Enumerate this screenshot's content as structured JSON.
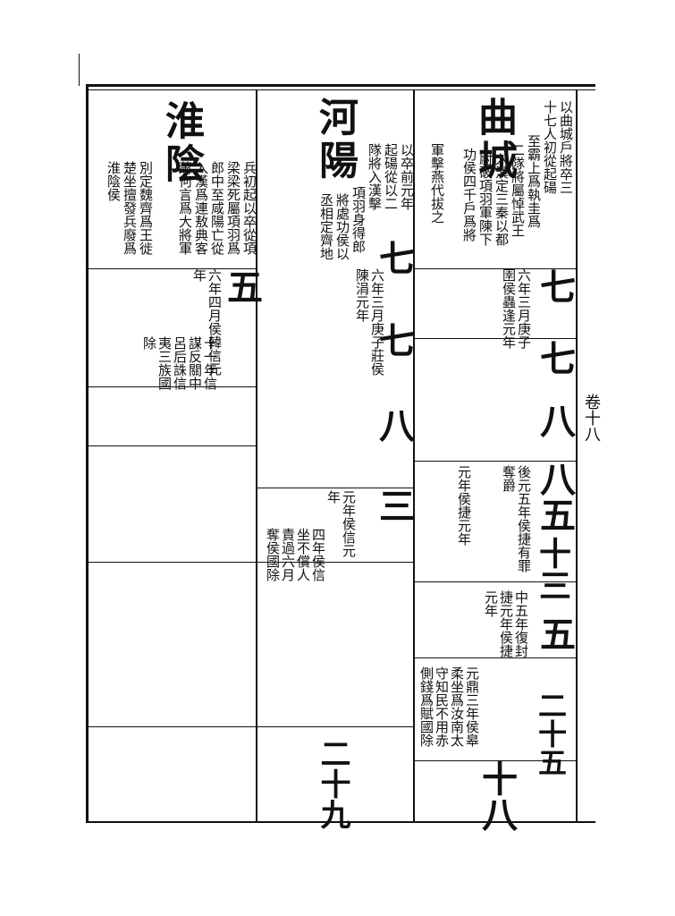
{
  "margin": {
    "running_title": "卷十八"
  },
  "columns": [
    {
      "title": "曲城",
      "bio": [
        "以曲城戶將卒三",
        "十七人初從起碭",
        "至霸上爲執圭爲",
        "二隊將屬悼武王",
        "入漢定三秦以都",
        "尉破項羽軍陳下",
        "功侯四千戶爲將",
        "軍擊燕代拔之"
      ],
      "rank": [
        "七",
        "七",
        "八",
        "八",
        "五",
        "十三",
        "五",
        "二十五"
      ],
      "entries": [
        "六年三月庚子圉侯蟲逢元年",
        "後元五年侯捷有罪奪爵",
        "元年侯捷元年",
        "中五年復封捷元年侯捷元年",
        "元鼎三年侯皋柔坐爲汝南太守知民不用赤側錢爲賦國除"
      ],
      "bottom_rank": "十八"
    },
    {
      "title": "河陽",
      "bio": [
        "以卒前元年",
        "起碭從以二",
        "隊將入漢擊",
        "項羽身得郎",
        "將處功侯以",
        "丞相定齊地"
      ],
      "rank": [
        "七",
        "七",
        "八",
        "三"
      ],
      "entries": [
        "六年三月庚子莊侯陳涓元年",
        "元年侯信元年",
        "四年侯信坐不償人責過六月奪侯國除"
      ],
      "bottom_rank": "二十九"
    },
    {
      "title": "淮陰",
      "bio": [
        "兵初起以卒從項",
        "梁梁死屬項羽爲",
        "郎中至咸陽亡從",
        "入漢爲連敖典客",
        "蕭何言爲大將軍",
        "別定魏齊爲王徙",
        "楚坐擅發兵廢爲",
        "淮陰侯"
      ],
      "rank": [
        "五"
      ],
      "entries": [
        "六年四月侯韓信元年",
        "十一年信謀反關中呂后誅信夷三族國除"
      ],
      "bottom_rank": ""
    }
  ]
}
